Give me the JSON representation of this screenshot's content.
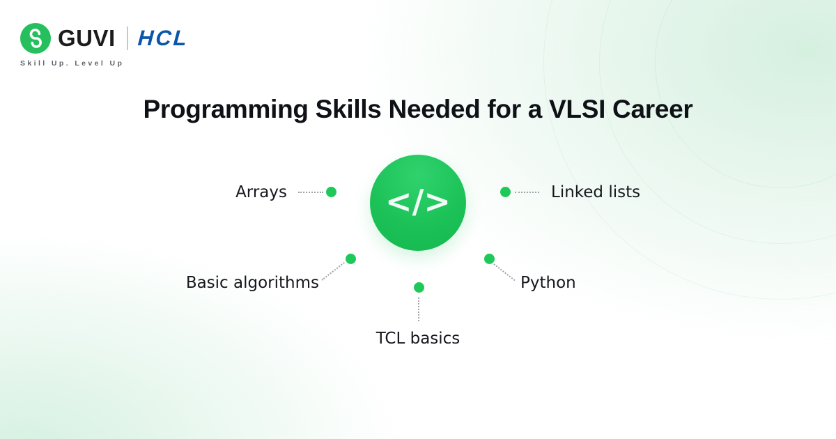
{
  "brand": {
    "guvi_wordmark": "GUVI",
    "hcl_wordmark": "HCL",
    "tagline": "Skill Up. Level Up",
    "guvi_green": "#25c05d",
    "hcl_blue": "#0b56ab"
  },
  "title": "Programming Skills Needed for a VLSI Career",
  "diagram": {
    "type": "hub-and-spoke",
    "center_icon": "code-icon",
    "center_symbol": "</>",
    "accent_green": "#1ec95a",
    "connector_color": "#9fa4aa",
    "skills": [
      {
        "label": "Arrays",
        "position": "left"
      },
      {
        "label": "Linked lists",
        "position": "right"
      },
      {
        "label": "Basic algorithms",
        "position": "bottom-left"
      },
      {
        "label": "Python",
        "position": "bottom-right"
      },
      {
        "label": "TCL basics",
        "position": "bottom-center"
      }
    ]
  }
}
